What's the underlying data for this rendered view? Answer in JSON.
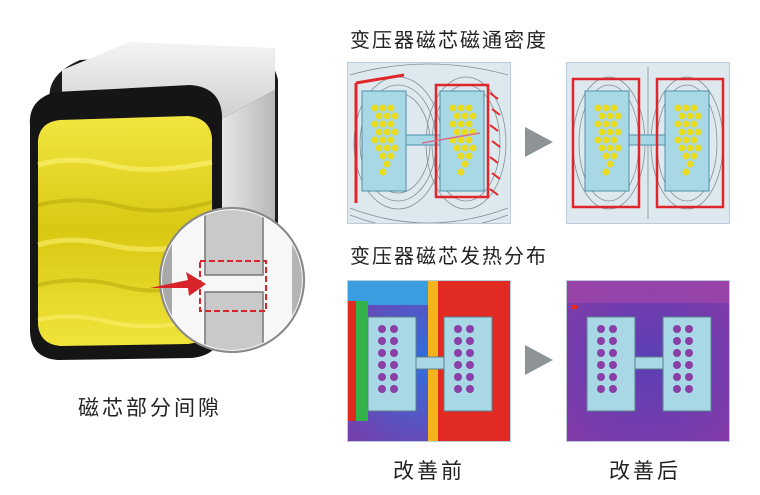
{
  "left_figure": {
    "caption": "磁芯部分间隙"
  },
  "sections": {
    "flux_title": "变压器磁芯磁通密度",
    "heat_title": "变压器磁芯发热分布"
  },
  "labels": {
    "before": "改善前",
    "after": "改善后"
  },
  "colors": {
    "coil_yellow": "#e9dc1f",
    "core_white": "#e6e6e6",
    "flux_red": "#e0262a",
    "arrow_gray": "#8e9396",
    "heat_hot": "#e02a22",
    "heat_cool": "#7d3aa6",
    "plate_cyan": "#a8d8e6",
    "winding_purple": "#8a3fa6"
  }
}
